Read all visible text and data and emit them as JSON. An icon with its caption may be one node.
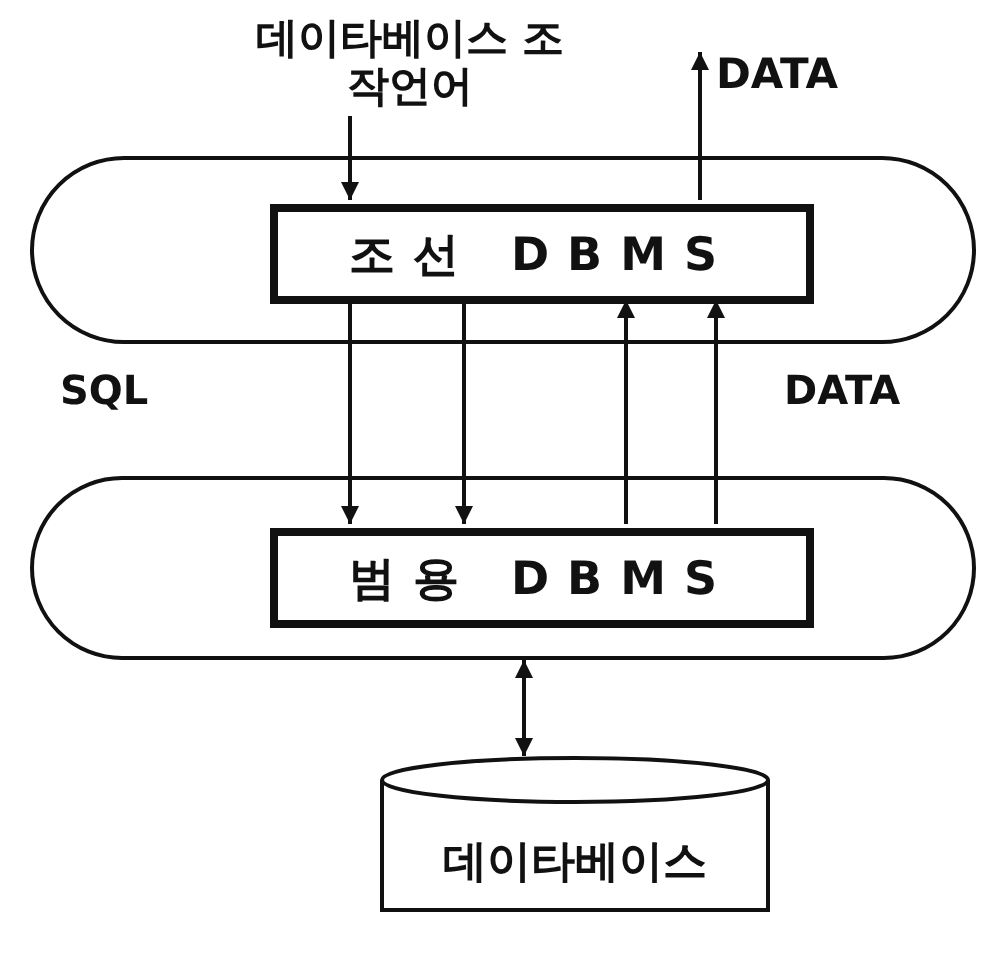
{
  "diagram": {
    "nodes": [
      {
        "text": [
          "데이타베이스 조작언어"
        ]
      },
      {
        "text": [
          "DATA"
        ]
      },
      {
        "text": [],
        "shape": "box"
      },
      {
        "text": [
          "조선 DBMS"
        ],
        "in": 2
      },
      {
        "text": [],
        "shape": "box"
      },
      {
        "text": [
          "범용 DBMS"
        ],
        "in": 4
      },
      {
        "text": [
          "데이타베이스"
        ]
      }
    ],
    "edges": [
      {
        "from": 0,
        "to": 3,
        "arrow": "to"
      },
      {
        "from": 3,
        "to": 1,
        "arrow": "to"
      },
      {
        "from": 3,
        "to": 5,
        "arrow": "to"
      },
      {
        "from": 3,
        "to": 5,
        "arrow": "to"
      },
      {
        "from": 5,
        "to": 3,
        "arrow": "to"
      },
      {
        "from": 5,
        "to": 3,
        "arrow": "to"
      },
      {
        "from": 4,
        "to": 6,
        "arrow": "both"
      }
    ],
    "labels": [
      "SQL",
      "DATA"
    ]
  }
}
